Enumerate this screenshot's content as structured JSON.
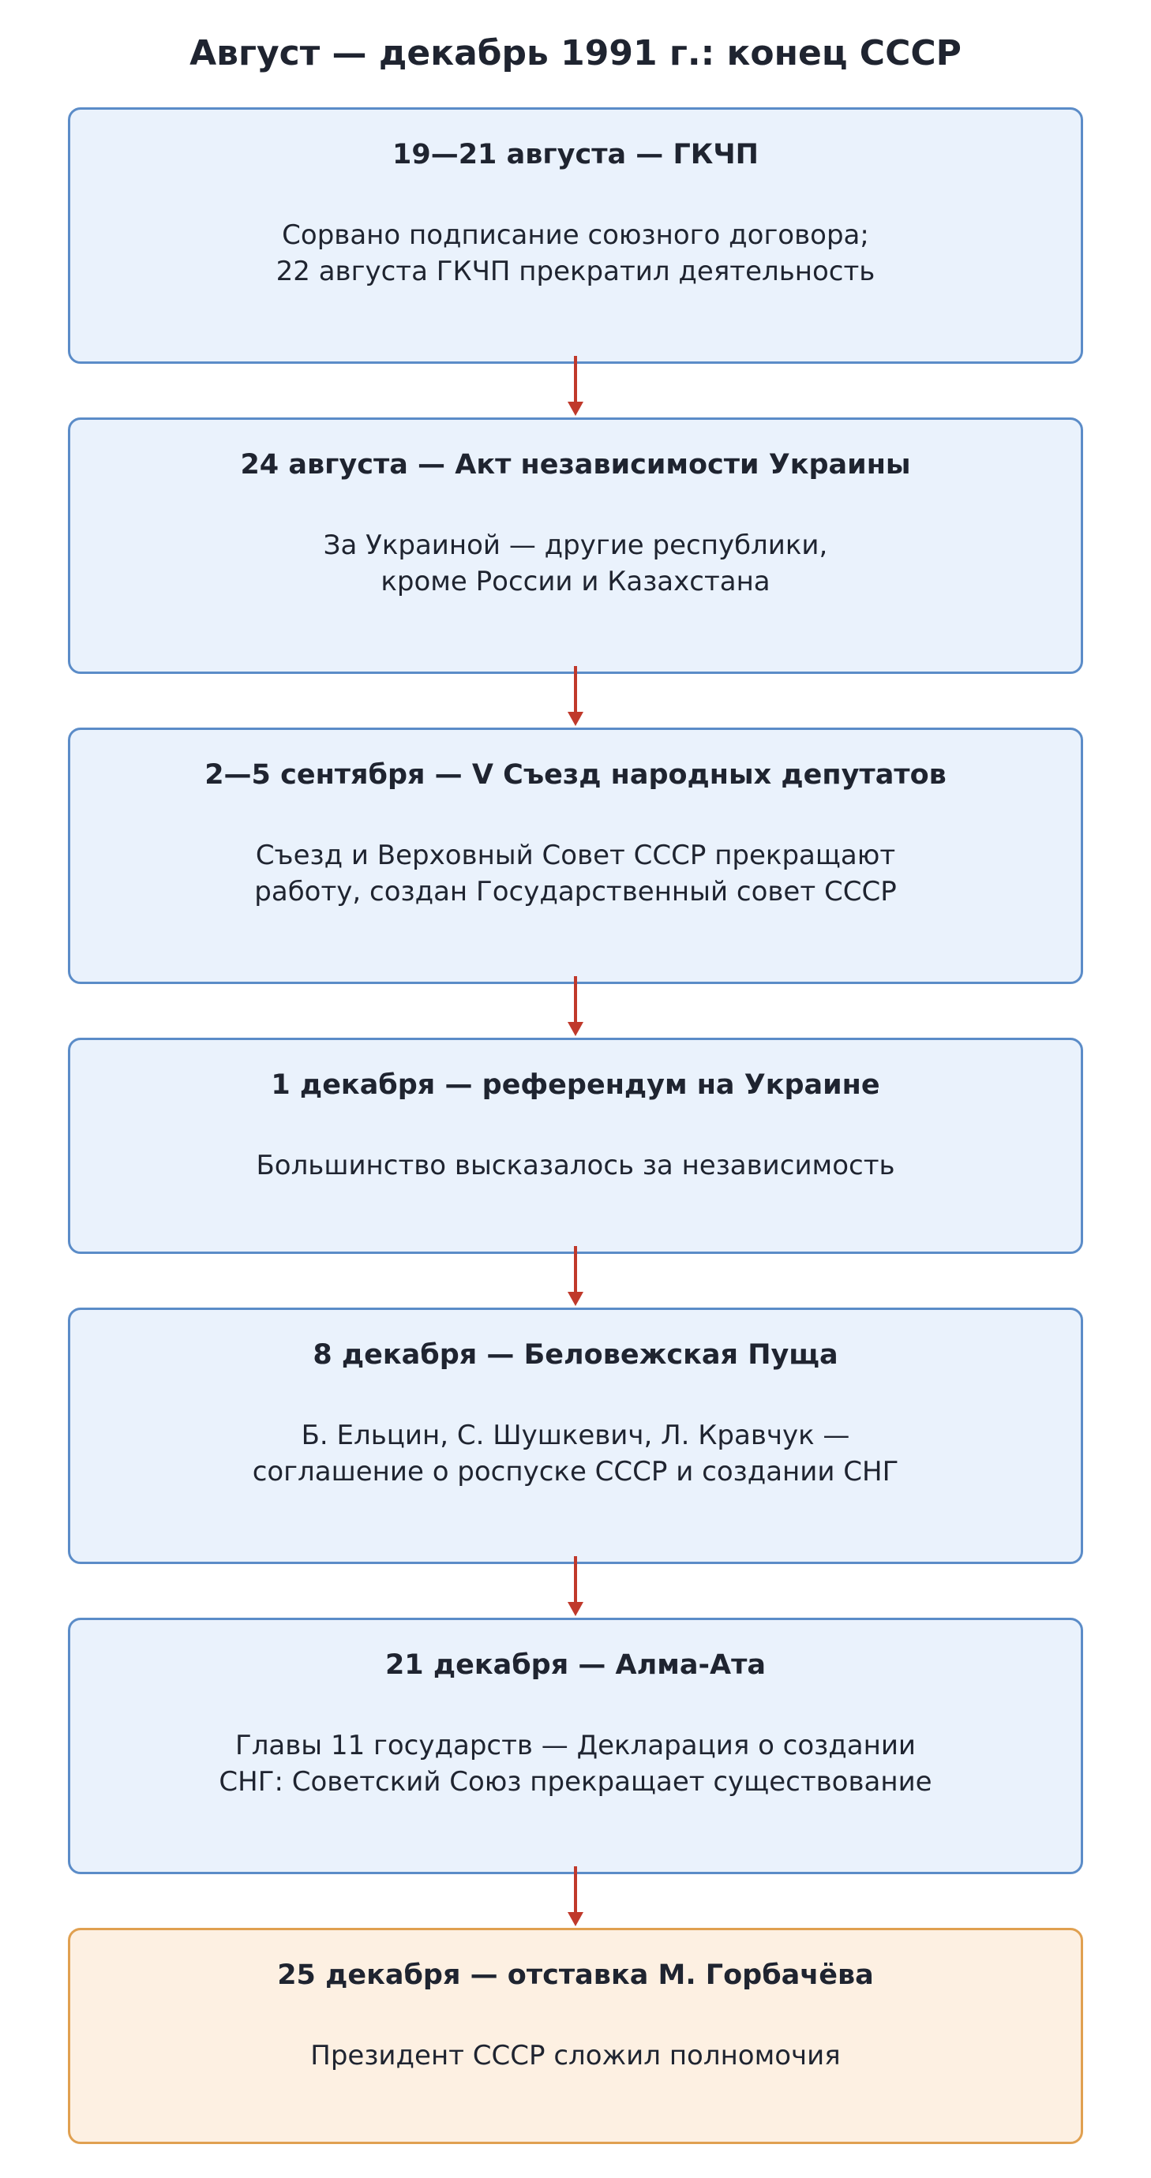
{
  "title": "Август — декабрь 1991 г.: конец СССР",
  "events": [
    {
      "heading": "19—21 августа — ГКЧП",
      "lines": [
        "Сорвано подписание союзного договора;",
        "22 августа ГКЧП прекратил деятельность"
      ]
    },
    {
      "heading": "24 августа — Акт независимости Украины",
      "lines": [
        "За Украиной — другие республики,",
        "кроме России и Казахстана"
      ]
    },
    {
      "heading": "2—5 сентября — V Съезд народных депутатов",
      "lines": [
        "Съезд и Верховный Совет СССР прекращают",
        "работу, создан Государственный совет СССР"
      ]
    },
    {
      "heading": "1 декабря — референдум на Украине",
      "lines": [
        "Большинство высказалось за независимость"
      ]
    },
    {
      "heading": "8 декабря — Беловежская Пуща",
      "lines": [
        "Б. Ельцин, С. Шушкевич, Л. Кравчук —",
        "соглашение о роспуске СССР и создании СНГ"
      ]
    },
    {
      "heading": "21 декабря — Алма-Ата",
      "lines": [
        "Главы 11 государств — Декларация о создании",
        "СНГ: Советский Союз прекращает существование"
      ]
    },
    {
      "heading": "25 декабря — отставка М. Горбачёва",
      "lines": [
        "Президент СССР сложил полномочия"
      ]
    }
  ],
  "colors": {
    "box_border": "#5b8cc8",
    "box_fill": "#eaf2fc",
    "final_border": "#e0a050",
    "final_fill": "#fdf0e2",
    "arrow": "#c0392b",
    "text": "#1f2430"
  }
}
